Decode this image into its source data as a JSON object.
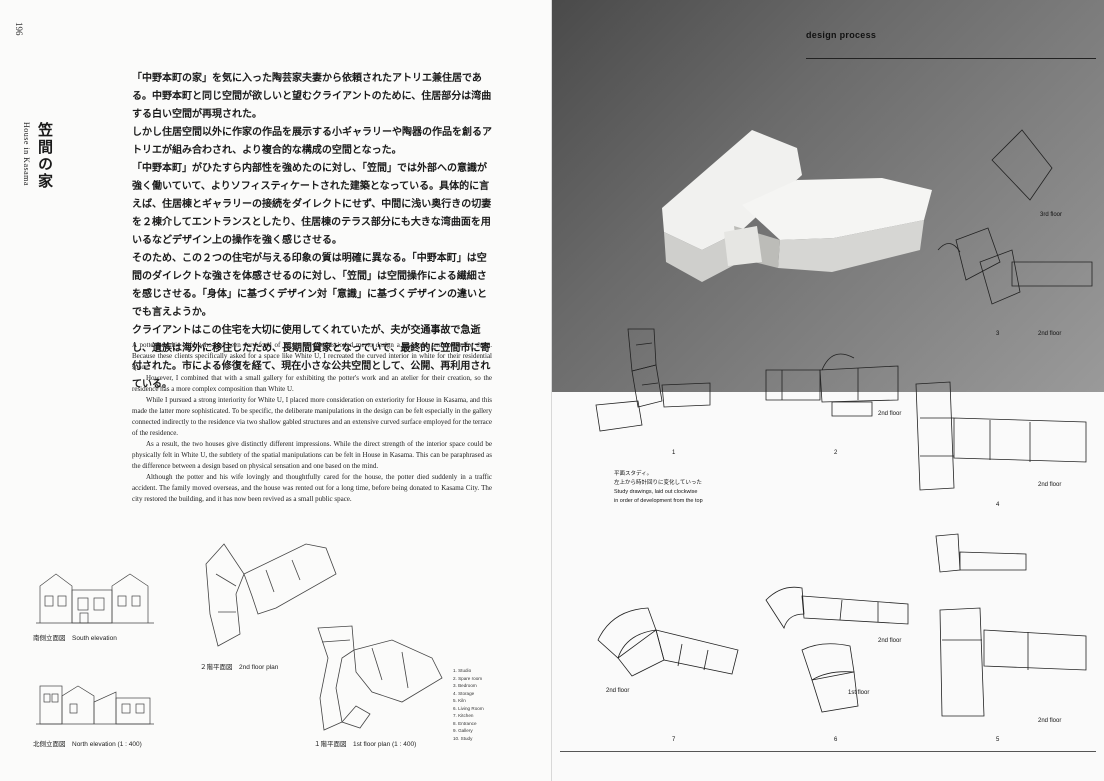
{
  "left_page": {
    "page_number": "196",
    "title_ja": "笠間の家",
    "title_en": "House in Kasama",
    "body_ja": [
      "「中野本町の家」を気に入った陶芸家夫妻から依頼されたアトリエ兼住居である。中野本町と同じ空間が欲しいと望むクライアントのために、住居部分は湾曲する白い空間が再現された。",
      "しかし住居空間以外に作家の作品を展示する小ギャラリーや陶器の作品を創るアトリエが組み合わされ、より複合的な構成の空間となった。",
      "「中野本町」がひたすら内部性を強めたのに対し、「笠間」では外部への意識が強く働いていて、よりソフィスティケートされた建築となっている。具体的に言えば、住居棟とギャラリーの接続をダイレクトにせず、中間に浅い奥行きの切妻を２棟介してエントランスとしたり、住居棟のテラス部分にも大きな湾曲面を用いるなどデザイン上の操作を強く感じさせる。",
      "そのため、この２つの住宅が与える印象の質は明確に異なる。「中野本町」は空間のダイレクトな強さを体感させるのに対し、「笠間」は空間操作による繊細さを感じさせる。「身体」に基づくデザイン対「意識」に基づくデザインの違いとでも言えようか。",
      "クライアントはこの住宅を大切に使用してくれていたが、夫が交通事故で急逝し、遺族は海外に移住したため、長期間貸家となっていて、最終的に笠間市に寄付された。市による修復を経て、現在小さな公共空間として、公開、再利用されている。"
    ],
    "body_en": [
      "A potter and his wife, who had been very fond of White U, commissioned me to design a residence and atelier for them. Because these clients specifically asked for a space like White U, I recreated the curved interior in white for their residential space.",
      "However, I combined that with a small gallery for exhibiting the potter's work and an atelier for their creation, so the residence has a more complex composition than White U.",
      "While I pursued a strong interiority for White U, I placed more consideration on exteriority for House in Kasama, and this made the latter more sophisticated. To be specific, the deliberate manipulations in the design can be felt especially in the gallery connected indirectly to the residence via two shallow gabled structures and an extensive curved surface employed for the terrace of the residence.",
      "As a result, the two houses give distinctly different impressions. While the direct strength of the interior space could be physically felt in White U, the subtlety of the spatial manipulations can be felt in House in Kasama. This can be paraphrased as the difference between a design based on physical sensation and one based on the mind.",
      "Although the potter and his wife lovingly and thoughtfully cared for the house, the potter died suddenly in a traffic accident. The family moved overseas, and the house was rented out for a long time, before being donated to Kasama City. The city restored the building, and it has now been revived as a small public space."
    ],
    "captions": {
      "south_elevation": "南側立面図　South elevation",
      "north_elevation": "北側立面図　North elevation (1 : 400)",
      "floor2_plan": "２階平面図　2nd floor plan",
      "floor1_plan": "１階平面図　1st floor plan (1 : 400)"
    },
    "legend": [
      "1. Studio",
      "2. Spare room",
      "3. Bedroom",
      "4. Storage",
      "5. Kiln",
      "6. Living Room",
      "7. Kitchen",
      "8. Entrance",
      "9. Gallery",
      "10. Study"
    ]
  },
  "right_page": {
    "header": "design process",
    "study_note_ja": [
      "平面スタディ。",
      "左上から時計回りに変化していった"
    ],
    "study_note_en": [
      "Study drawings, laid out clockwise",
      "in order of development from the top"
    ],
    "floor_labels": {
      "third_floor": "3rd floor",
      "second_floor": "2nd floor",
      "first_floor": "1st floor"
    },
    "study_numbers": [
      "1",
      "2",
      "3",
      "4",
      "5",
      "6",
      "7"
    ]
  }
}
